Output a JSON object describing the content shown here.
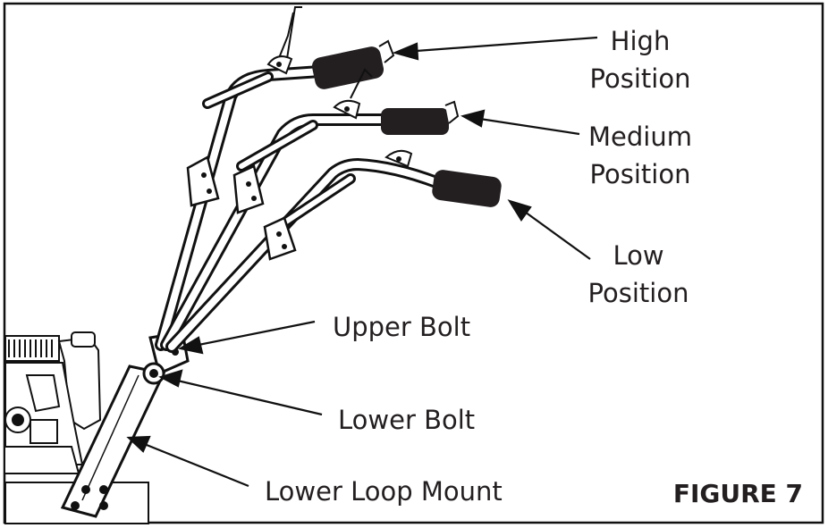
{
  "figure_label": "FIGURE 7",
  "labels": {
    "high": [
      "High",
      "Position"
    ],
    "medium": [
      "Medium",
      "Position"
    ],
    "low": [
      "Low",
      "Position"
    ],
    "upper_bolt": "Upper Bolt",
    "lower_bolt": "Lower Bolt",
    "lower_loop_mount": "Lower Loop Mount"
  }
}
